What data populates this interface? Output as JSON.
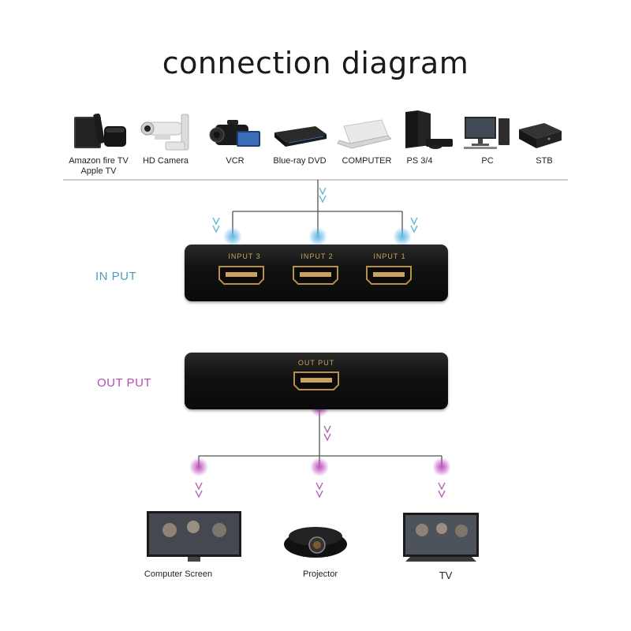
{
  "title": "connection diagram",
  "sources": [
    {
      "label": "Amazon fire TV\nApple TV",
      "icon": "streaming-box-icon"
    },
    {
      "label": "HD Camera",
      "icon": "security-camera-icon"
    },
    {
      "label": "VCR",
      "icon": "camcorder-icon"
    },
    {
      "label": "Blue-ray DVD",
      "icon": "dvd-player-icon"
    },
    {
      "label": "COMPUTER",
      "icon": "laptop-icon"
    },
    {
      "label": "PS 3/4",
      "icon": "game-console-icon"
    },
    {
      "label": "PC",
      "icon": "desktop-pc-icon"
    },
    {
      "label": "STB",
      "icon": "set-top-box-icon"
    }
  ],
  "input_label": "IN PUT",
  "output_label": "OUT PUT",
  "input_ports": [
    "INPUT 3",
    "INPUT 2",
    "INPUT 1"
  ],
  "output_port": "OUT PUT",
  "destinations": [
    {
      "label": "Computer Screen",
      "icon": "monitor-icon"
    },
    {
      "label": "Projector",
      "icon": "projector-icon"
    },
    {
      "label": "TV",
      "icon": "tv-icon"
    }
  ],
  "colors": {
    "input": "#4b9dbf",
    "output": "#b24cb2",
    "port_label": "#c9a35e",
    "line": "#666666"
  }
}
